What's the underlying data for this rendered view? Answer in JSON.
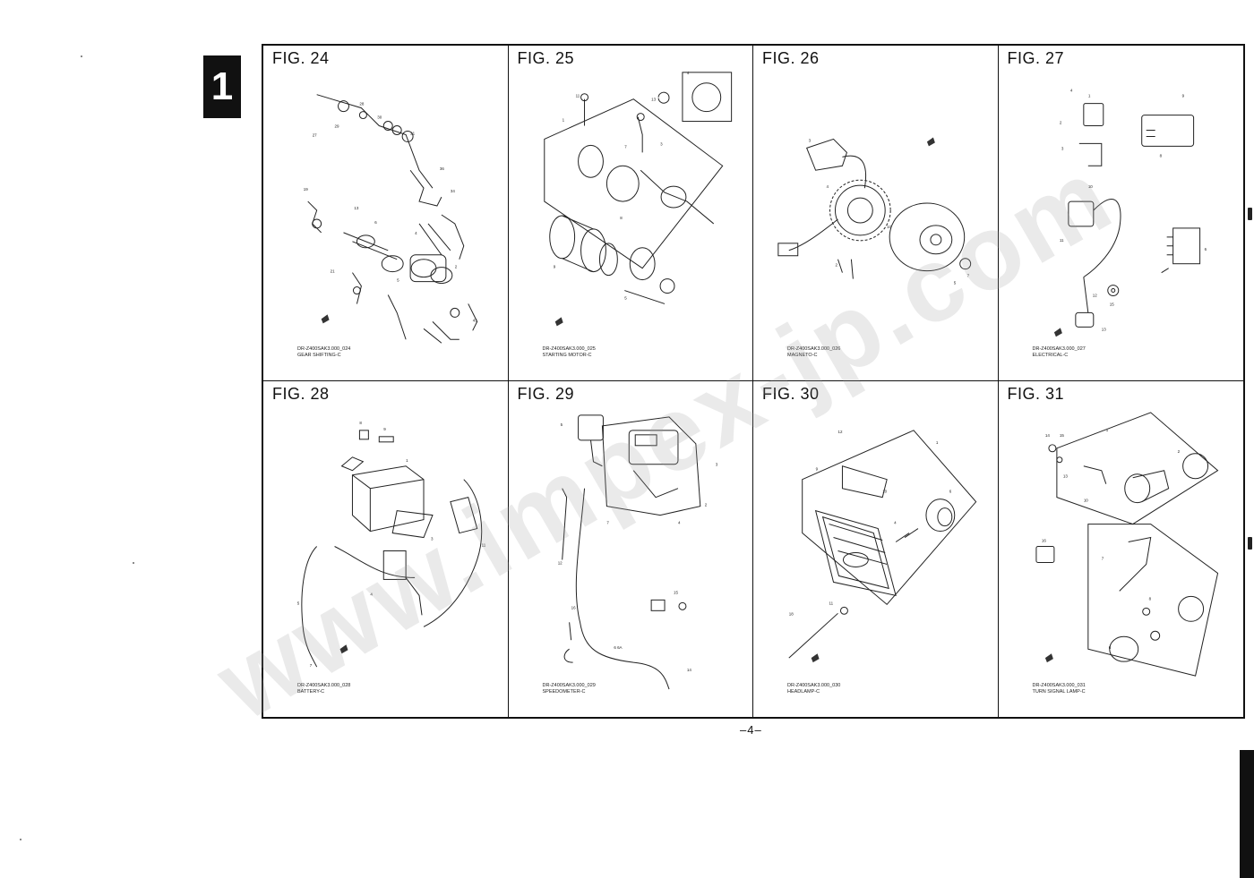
{
  "section_tab": "1",
  "page_number": "–4–",
  "watermark": "www.impex-jp.com",
  "figures": [
    {
      "title": "FIG. 24",
      "code": "DR-Z400SAK3.000_024",
      "caption": "GEAR SHIFTING-C"
    },
    {
      "title": "FIG. 25",
      "code": "DR-Z400SAK3.000_025",
      "caption": "STARTING MOTOR-C"
    },
    {
      "title": "FIG. 26",
      "code": "DR-Z400SAK3.000_026",
      "caption": "MAGNETO-C"
    },
    {
      "title": "FIG. 27",
      "code": "DR-Z400SAK3.000_027",
      "caption": "ELECTRICAL-C"
    },
    {
      "title": "FIG. 28",
      "code": "DR-Z400SAK3.000_028",
      "caption": "BATTERY-C"
    },
    {
      "title": "FIG. 29",
      "code": "DR-Z400SAK3.000_029",
      "caption": "SPEEDOMETER-C"
    },
    {
      "title": "FIG. 30",
      "code": "DR-Z400SAK3.000_030",
      "caption": "HEADLAMP-C"
    },
    {
      "title": "FIG. 31",
      "code": "DR-Z400SAK3.000_031",
      "caption": "TURN SIGNAL LAMP-C"
    }
  ]
}
